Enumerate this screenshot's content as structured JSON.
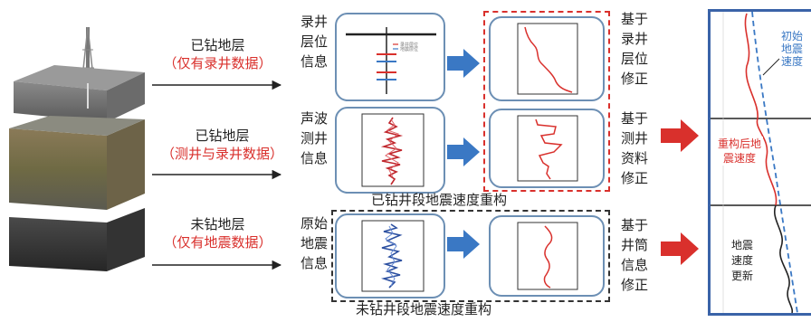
{
  "strata": [
    {
      "line1": "已钻地层",
      "line2": "（仅有录井数据）"
    },
    {
      "line1": "已钻地层",
      "line2": "（测井与录井数据）"
    },
    {
      "line1": "未钻地层",
      "line2": "（仅有地震数据）"
    }
  ],
  "info_labels": [
    "录井层位信息",
    "声波测井信息",
    "原始地震信息"
  ],
  "legend_marks": [
    "录井层位",
    "地震层位"
  ],
  "correction_labels": [
    "基于录井层位修正",
    "基于测井资料修正",
    "基于井筒信息修正"
  ],
  "group_captions": {
    "drilled": "已钻井段地震速度重构",
    "undrilled": "未钻井段地震速度重构"
  },
  "result_panel": {
    "initial_velocity": "初始地震速度",
    "reconstructed_velocity": "重构后地震速度",
    "velocity_update": "地震速度更新"
  },
  "colors": {
    "accent_red": "#d9302c",
    "accent_blue": "#3a78c4",
    "panel_border": "#6c8fb4",
    "dash_red": "#d9302c",
    "dash_black": "#333333"
  }
}
